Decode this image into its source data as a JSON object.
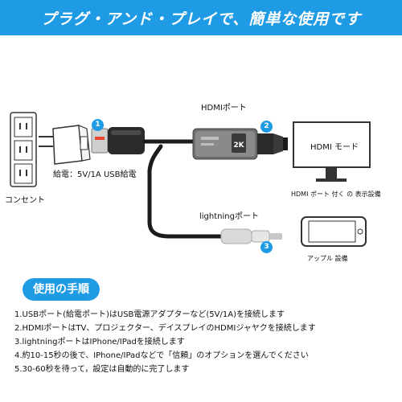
{
  "banner": {
    "title": "プラグ・アンド・プレイで、簡単な使用です"
  },
  "labels": {
    "hdmi_port": "HDMIポート",
    "lightning_port": "lightningポート",
    "power_note": "給電：5V/1A USB給電",
    "outlet": "コンセント",
    "hdmi_mode": "HDMI モード",
    "display_device": "HDMI ポート 付く の 表示設備",
    "apple_device": "アップル 設備",
    "adapter_model": "2K"
  },
  "badges": [
    "1",
    "2",
    "3"
  ],
  "usage": {
    "title": "使用の手順",
    "steps": [
      "1.USBポート(給電ポート)はUSB電源アダプターなど(5V/1A)を接続します",
      "2.HDMIポートはTV、プロジェクター、デイスプレイのHDMIジャヤクを接続します",
      "3.lightningポートはIPhone/IPadを接続します",
      "4.約10-15秒の後で、IPhone/IPadなどで「信頼」のオプションを選んでください",
      "5.30-60秒を待って，設定は自動的に完了します"
    ]
  },
  "colors": {
    "accent": "#1f9be6",
    "cable": "#1b1b1b",
    "connector": "#d9d9d9"
  }
}
